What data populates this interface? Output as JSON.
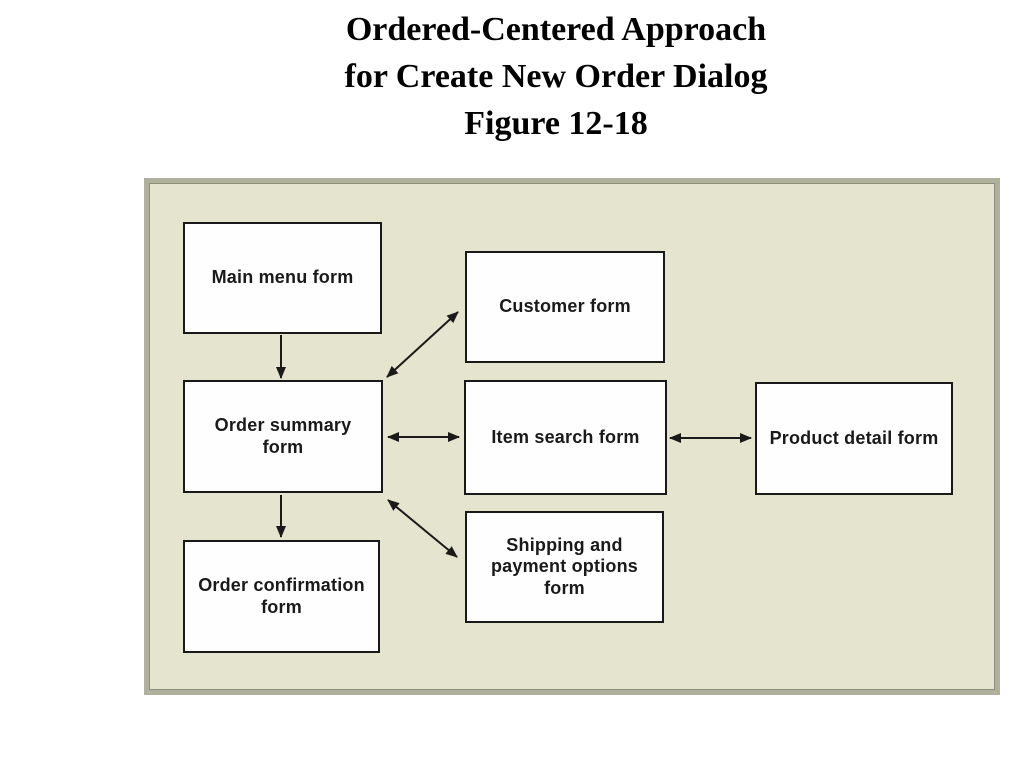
{
  "title": {
    "line1": "Ordered-Centered Approach",
    "line2": "for Create New Order Dialog",
    "line3": "Figure 12-18"
  },
  "colors": {
    "page_background": "#ffffff",
    "panel_fill": "#e5e4cf",
    "panel_border": "#b0b19c",
    "box_fill": "#fefefe",
    "box_border": "#191919",
    "text": "#1a1a1a",
    "arrow": "#1a1a1a"
  },
  "diagram": {
    "nodes": [
      {
        "id": "main-menu-form",
        "label": "Main menu form"
      },
      {
        "id": "customer-form",
        "label": "Customer form"
      },
      {
        "id": "order-summary-form",
        "label": "Order summary\nform"
      },
      {
        "id": "item-search-form",
        "label": "Item search form"
      },
      {
        "id": "product-detail-form",
        "label": "Product detail form"
      },
      {
        "id": "shipping-payment-options-form",
        "label": "Shipping and\npayment options\nform"
      },
      {
        "id": "order-confirmation-form",
        "label": "Order confirmation\nform"
      }
    ],
    "edges": [
      {
        "from": "main-menu-form",
        "to": "order-summary-form",
        "bidirectional": false
      },
      {
        "from": "order-summary-form",
        "to": "customer-form",
        "bidirectional": true
      },
      {
        "from": "order-summary-form",
        "to": "item-search-form",
        "bidirectional": true
      },
      {
        "from": "item-search-form",
        "to": "product-detail-form",
        "bidirectional": true
      },
      {
        "from": "order-summary-form",
        "to": "shipping-payment-options-form",
        "bidirectional": true
      },
      {
        "from": "order-summary-form",
        "to": "order-confirmation-form",
        "bidirectional": false
      }
    ]
  }
}
